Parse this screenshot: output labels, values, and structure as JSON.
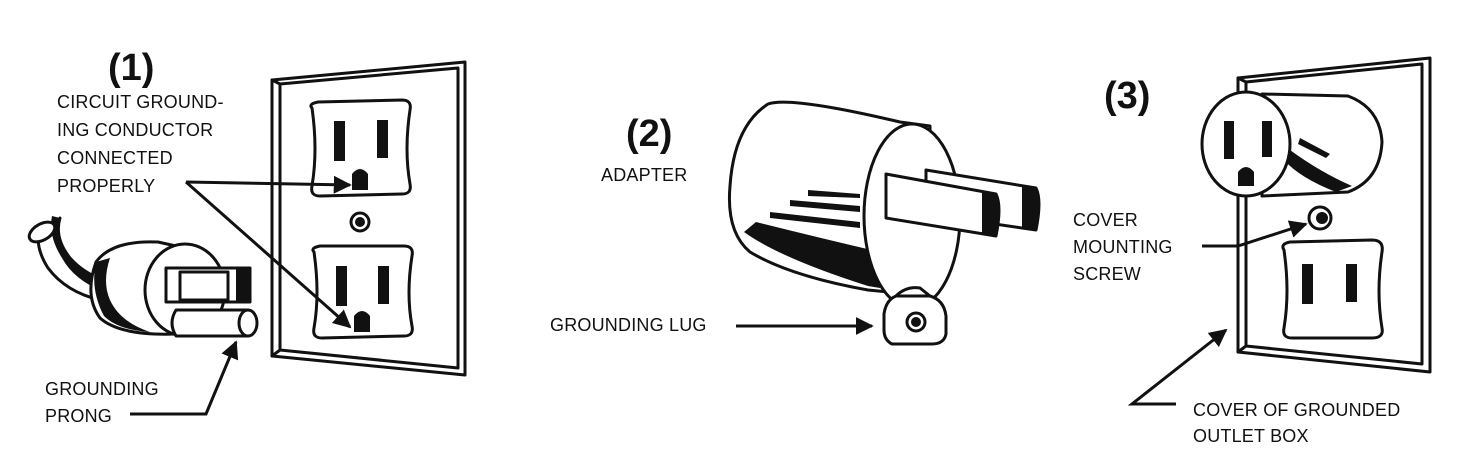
{
  "panels": [
    {
      "number": "(1)",
      "labels": {
        "conductor": [
          "CIRCUIT GROUND-",
          "ING CONDUCTOR",
          "CONNECTED",
          "PROPERLY"
        ],
        "prong": [
          "GROUNDING",
          "PRONG"
        ]
      }
    },
    {
      "number": "(2)",
      "labels": {
        "adapter": "ADAPTER",
        "lug": "GROUNDING LUG"
      }
    },
    {
      "number": "(3)",
      "labels": {
        "screw": [
          "COVER",
          "MOUNTING",
          "SCREW"
        ],
        "cover": [
          "COVER OF GROUNDED",
          "OUTLET BOX"
        ]
      }
    }
  ],
  "icons": [
    "plug-icon",
    "wall-outlet-icon",
    "adapter-icon",
    "grounding-lug-icon"
  ],
  "ink_color": "#111111"
}
